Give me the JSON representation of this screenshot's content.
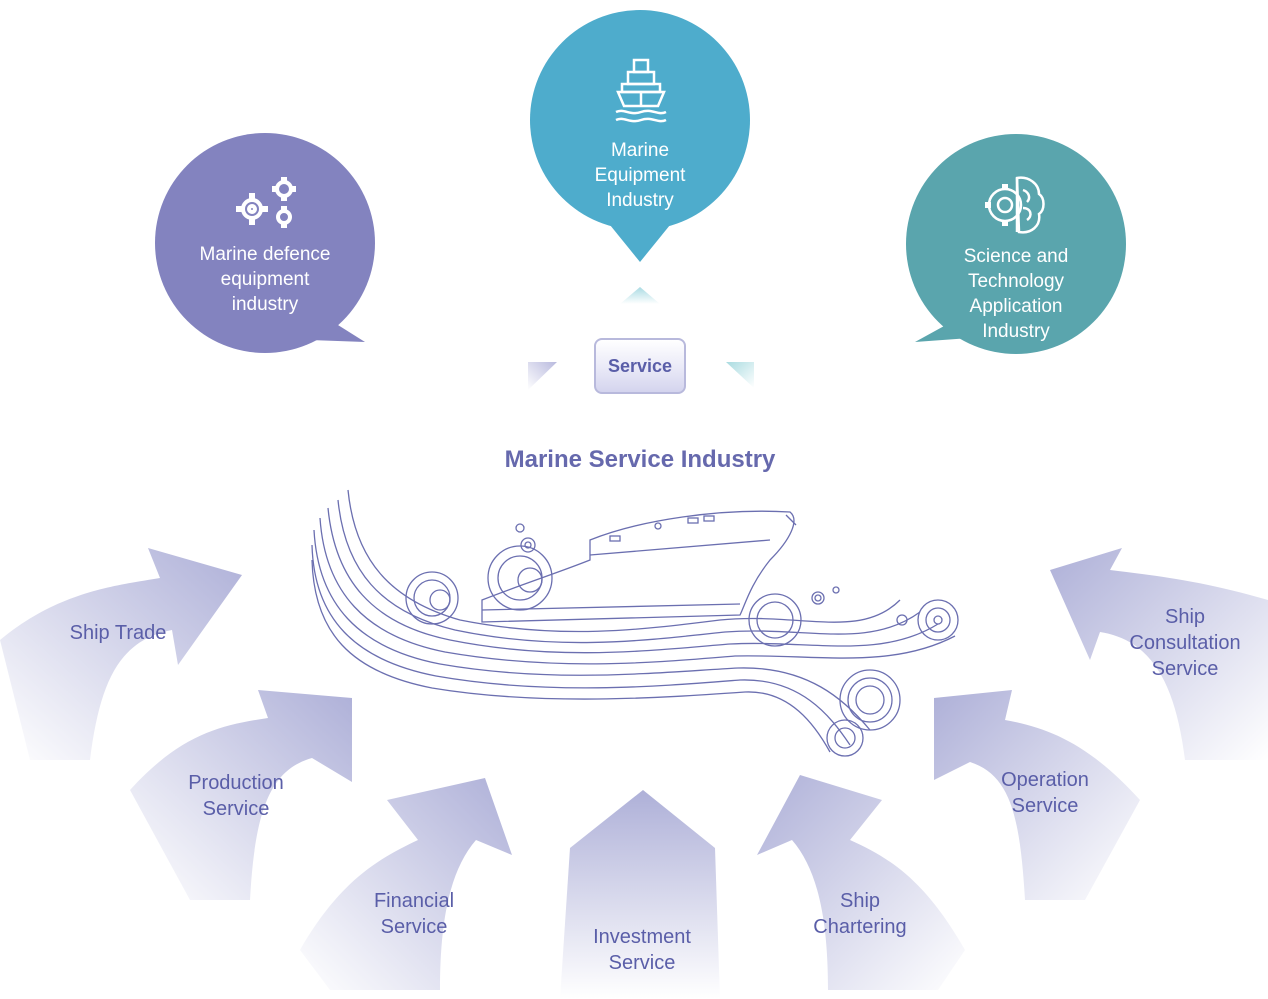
{
  "top_bubbles": [
    {
      "id": "defence",
      "lines": [
        "Marine defence",
        "equipment",
        "industry"
      ],
      "icon": "gears-icon",
      "color": "#8383bf"
    },
    {
      "id": "equipment",
      "lines": [
        "Marine",
        "Equipment",
        "Industry"
      ],
      "icon": "ship-icon",
      "color": "#4eaccc"
    },
    {
      "id": "science",
      "lines": [
        "Science and",
        "Technology",
        "Application",
        "Industry"
      ],
      "icon": "brain-gear-icon",
      "color": "#5aa5ad"
    }
  ],
  "service_label": "Service",
  "center_title": "Marine Service Industry",
  "services": [
    {
      "id": "ship-trade",
      "lines": [
        "Ship Trade"
      ]
    },
    {
      "id": "production",
      "lines": [
        "Production",
        "Service"
      ]
    },
    {
      "id": "financial",
      "lines": [
        "Financial",
        "Service"
      ]
    },
    {
      "id": "investment",
      "lines": [
        "Investment",
        "Service"
      ]
    },
    {
      "id": "chartering",
      "lines": [
        "Ship",
        "Chartering"
      ]
    },
    {
      "id": "operation",
      "lines": [
        "Operation",
        "Service"
      ]
    },
    {
      "id": "consultation",
      "lines": [
        "Ship",
        "Consultation",
        "Service"
      ]
    }
  ],
  "colors": {
    "arrow": "#aeb0d8",
    "text": "#5a5ea8",
    "ship_line": "#6b6fb0"
  }
}
